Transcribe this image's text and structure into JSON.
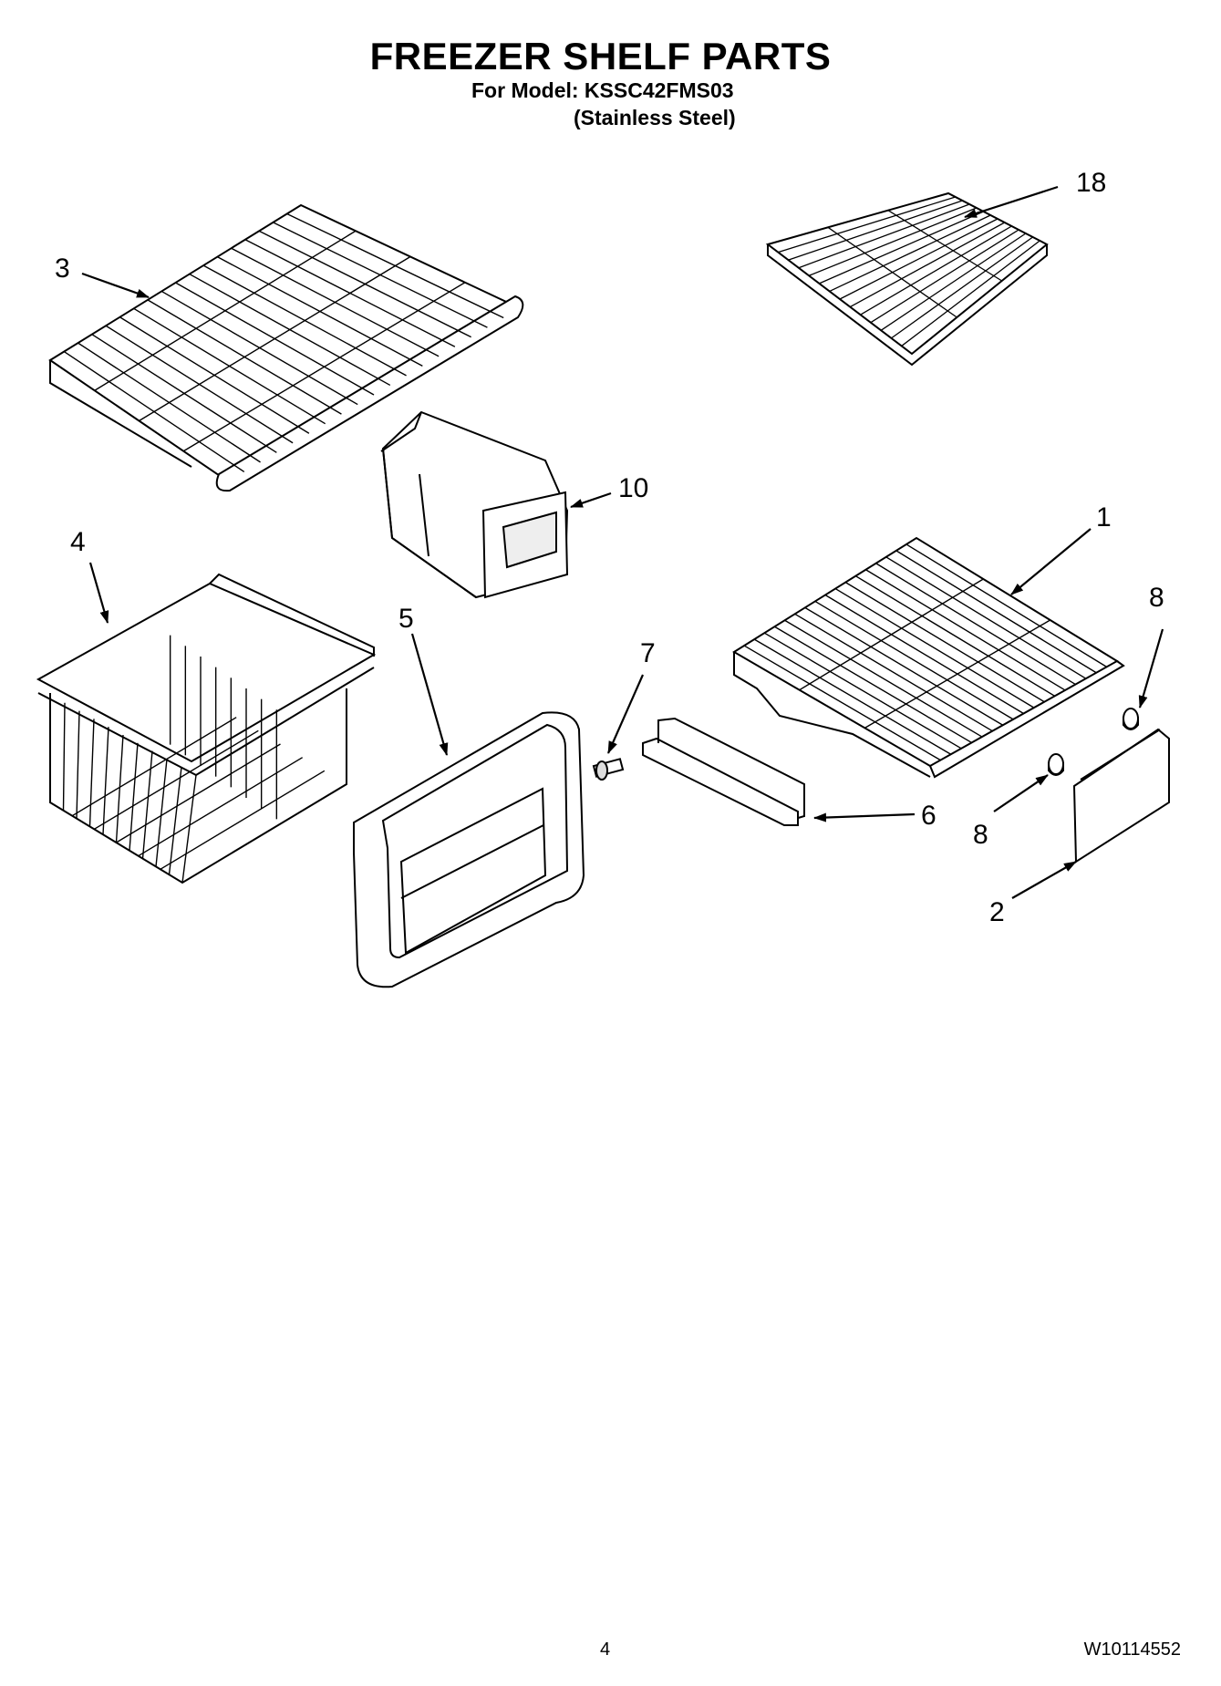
{
  "header": {
    "title": "FREEZER SHELF PARTS",
    "model_line": "For Model: KSSC42FMS03",
    "variant_line": "(Stainless Steel)"
  },
  "callouts": {
    "c1": "1",
    "c2": "2",
    "c3": "3",
    "c4": "4",
    "c5": "5",
    "c6": "6",
    "c7": "7",
    "c8a": "8",
    "c8b": "8",
    "c10": "10",
    "c18": "18"
  },
  "parts": [
    "wire-shelf-1",
    "shelf-trim-2",
    "wire-shelf-3",
    "wire-basket-4",
    "basket-front-5",
    "slide-rail-6",
    "screw-7",
    "spacers-8",
    "bin-10",
    "glass-shelf-18"
  ],
  "footer": {
    "page_number": "4",
    "document_number": "W10114552"
  }
}
